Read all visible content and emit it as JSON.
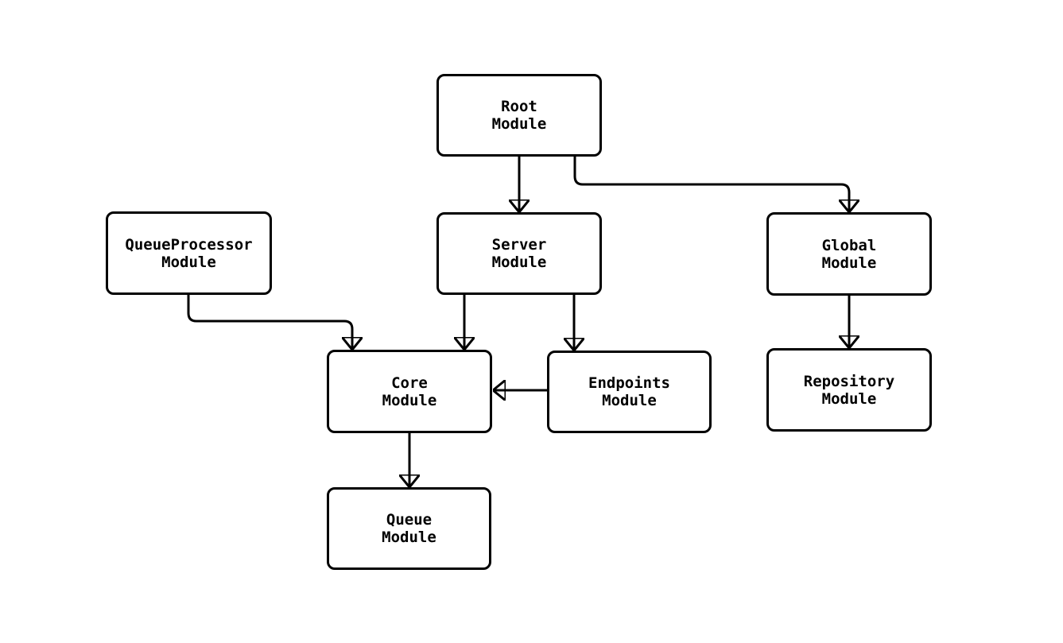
{
  "diagram": {
    "type": "flowchart",
    "direction": "top-down",
    "background": "#ffffff",
    "node_fill_color": "#ffffff",
    "node_border_color": "#000000",
    "text_color": "#000000",
    "edge_color": "#000000"
  },
  "nodes": [
    {
      "id": "root",
      "label": "Root\nModule"
    },
    {
      "id": "server",
      "label": "Server\nModule"
    },
    {
      "id": "global",
      "label": "Global\nModule"
    },
    {
      "id": "queueprocessor",
      "label": "QueueProcessor\nModule"
    },
    {
      "id": "core",
      "label": "Core\nModule"
    },
    {
      "id": "endpoints",
      "label": "Endpoints\nModule"
    },
    {
      "id": "repository",
      "label": "Repository\nModule"
    },
    {
      "id": "queue",
      "label": "Queue\nModule"
    }
  ],
  "edges": [
    {
      "from": "root",
      "to": "server"
    },
    {
      "from": "root",
      "to": "global"
    },
    {
      "from": "server",
      "to": "core"
    },
    {
      "from": "server",
      "to": "endpoints"
    },
    {
      "from": "queueprocessor",
      "to": "core"
    },
    {
      "from": "endpoints",
      "to": "core"
    },
    {
      "from": "global",
      "to": "repository"
    },
    {
      "from": "core",
      "to": "queue"
    }
  ]
}
